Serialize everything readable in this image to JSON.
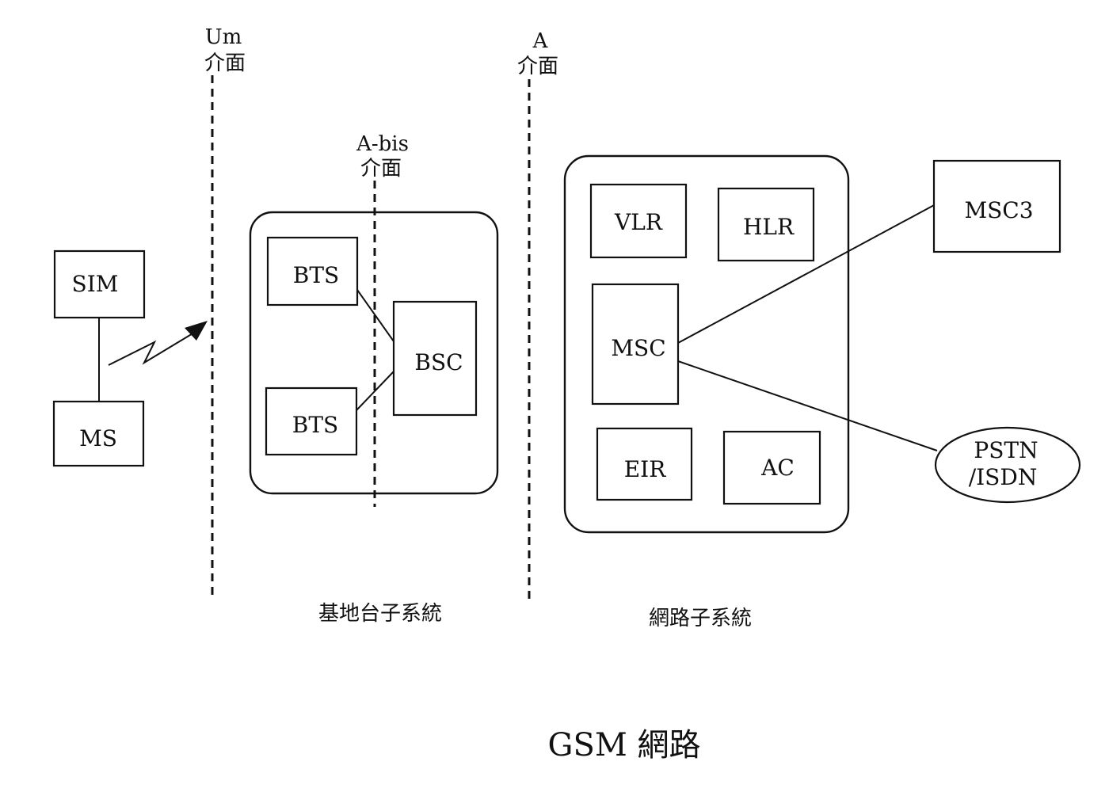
{
  "interfaces": {
    "um": {
      "line1": "Um",
      "line2": "介面"
    },
    "abis": {
      "line1": "A-bis",
      "line2": "介面"
    },
    "a": {
      "line1": "A",
      "line2": "介面"
    }
  },
  "mobile_station": {
    "sim": "SIM",
    "ms": "MS"
  },
  "base_station_subsystem": {
    "label": "基地台子系統",
    "bts_top": "BTS",
    "bts_bottom": "BTS",
    "bsc": "BSC"
  },
  "network_subsystem": {
    "label": "網路子系統",
    "vlr": "VLR",
    "hlr": "HLR",
    "msc": "MSC",
    "eir": "EIR",
    "ac": "AC"
  },
  "external": {
    "msc3": "MSC3",
    "pstn_line1": "PSTN",
    "pstn_line2": "/ISDN"
  },
  "title": "GSM 網路"
}
